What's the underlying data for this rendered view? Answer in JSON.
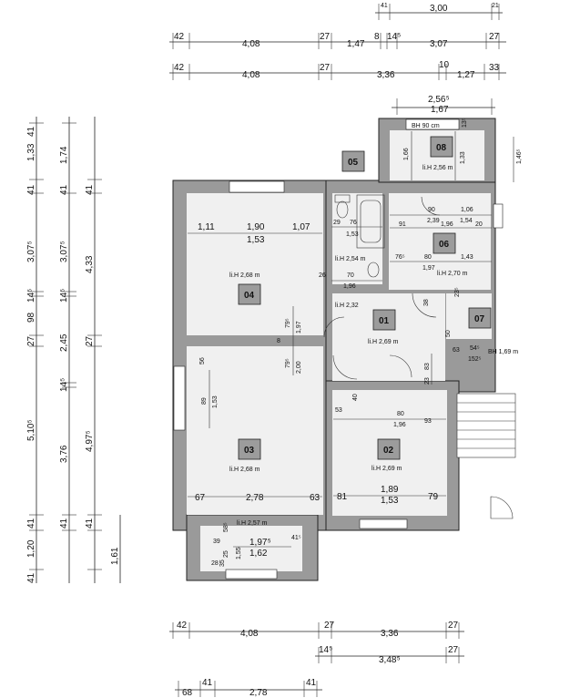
{
  "top_dims": {
    "row1": [
      "41",
      "3,00",
      "21"
    ],
    "row2": [
      "42",
      "4,08",
      "27",
      "1,47",
      "8",
      "14⁵",
      "3,07",
      "27"
    ],
    "row3": [
      "42",
      "4,08",
      "27",
      "3,36",
      "10",
      "1,27",
      "33"
    ],
    "row4": [
      "2,56⁵",
      "1,67"
    ]
  },
  "left_dims": {
    "col1": [
      "41",
      "1,33",
      "41",
      "3,07⁵",
      "14⁵",
      "98",
      "27",
      "5,10⁵",
      "41",
      "1,20",
      "41"
    ],
    "col2": [
      "1,74",
      "41",
      "3,07⁵",
      "14⁵",
      "2,45",
      "14⁵",
      "3,76",
      "41"
    ],
    "col3": [
      "41",
      "4,33",
      "27",
      "4,97⁵",
      "41",
      "1,61"
    ]
  },
  "bottom_dims": {
    "row1": [
      "42",
      "4,08",
      "27",
      "3,36",
      "27"
    ],
    "row2": [
      "14⁵",
      "3,48⁵",
      "27"
    ],
    "row3": [
      "68",
      "41",
      "2,78",
      "41"
    ]
  },
  "rooms": [
    {
      "id": "04",
      "height": "li.H 2,68 m",
      "dims": [
        "1,11",
        "1,90",
        "1,53",
        "1,07",
        "79⁵",
        "1,97",
        "8",
        "2,00",
        "79⁵"
      ]
    },
    {
      "id": "05",
      "height": "li.H 2,54 m",
      "dims": [
        "29",
        "76",
        "1,53",
        "26",
        "70",
        "1,96",
        "li.H 2,32"
      ]
    },
    {
      "id": "08",
      "height": "li.H 2,56 m",
      "dims": [
        "BH 90 cm",
        "13⁵",
        "1,66",
        "1,33",
        "1,46⁵"
      ]
    },
    {
      "id": "06",
      "height": "li.H 2,70 m",
      "dims": [
        "90",
        "1,06",
        "2,39",
        "1,54",
        "91",
        "1,96",
        "20",
        "76⁵",
        "80",
        "1,43",
        "1,97",
        "38",
        "23⁵"
      ]
    },
    {
      "id": "01",
      "height": "li.H 2,69 m",
      "dims": [
        "23",
        "83",
        "50",
        "63",
        "54⁵",
        "152⁵",
        "BH 1,69 m"
      ]
    },
    {
      "id": "07",
      "height": "",
      "dims": []
    },
    {
      "id": "03",
      "height": "li.H 2,68 m",
      "dims": [
        "56",
        "89",
        "1,53",
        "67",
        "2,78",
        "63"
      ]
    },
    {
      "id": "02",
      "height": "li.H 2,69 m",
      "dims": [
        "53",
        "40",
        "80",
        "1,96",
        "93",
        "81",
        "1,89",
        "1,53",
        "79"
      ]
    },
    {
      "id": "bay",
      "height": "li.H 2,57 m",
      "dims": [
        "58⁵",
        "39",
        "25",
        "1,55",
        "41⁵",
        "1,97⁵",
        "1,62",
        "28",
        "35"
      ]
    }
  ]
}
